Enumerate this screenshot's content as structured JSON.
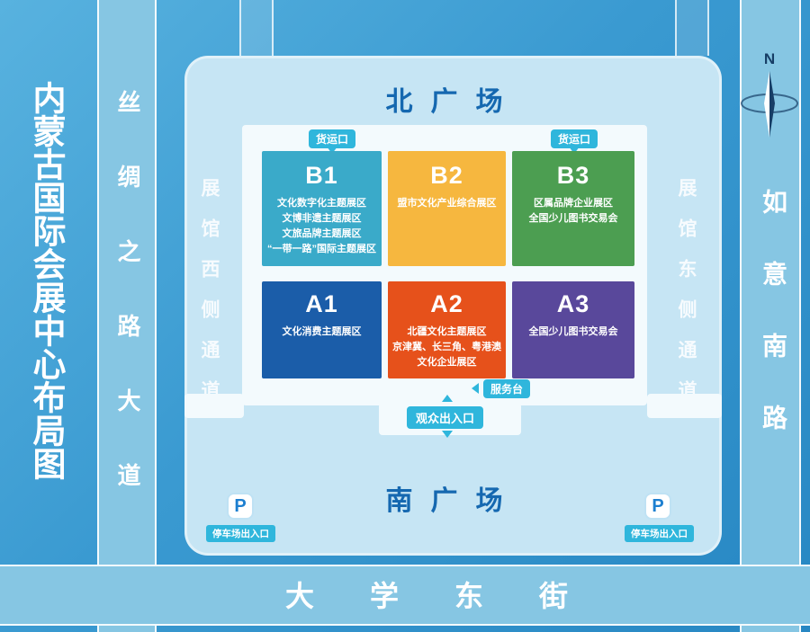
{
  "page_title": "内蒙古国际会展中心布局图",
  "compass": {
    "north_label": "N"
  },
  "roads": {
    "west": "丝绸之路大道",
    "east": "如意南路",
    "south": "大学东街"
  },
  "plazas": {
    "north": "北广场",
    "south": "南广场"
  },
  "passages": {
    "west": "展馆西侧通道",
    "east": "展馆东侧通道"
  },
  "markers": {
    "freight": "货运口",
    "service_desk": "服务台",
    "visitor_gate": "观众出入口",
    "parking_label": "停车场出入口",
    "parking_symbol": "P"
  },
  "halls": [
    {
      "id": "B1",
      "color": "#3AAAC9",
      "lines": [
        "文化数字化主题展区",
        "文博非遗主题展区",
        "文旅品牌主题展区",
        "“一带一路”国际主题展区"
      ]
    },
    {
      "id": "B2",
      "color": "#F6B73F",
      "lines": [
        "盟市文化产业综合展区"
      ]
    },
    {
      "id": "B3",
      "color": "#4C9E51",
      "lines": [
        "区属品牌企业展区",
        "全国少儿图书交易会"
      ]
    },
    {
      "id": "A1",
      "color": "#1B5DA9",
      "lines": [
        "文化消费主题展区"
      ]
    },
    {
      "id": "A2",
      "color": "#E6511B",
      "lines": [
        "北疆文化主题展区",
        "京津冀、长三角、粤港澳",
        "文化企业展区"
      ]
    },
    {
      "id": "A3",
      "color": "#59489B",
      "lines": [
        "全国少儿图书交易会"
      ]
    }
  ],
  "colors": {
    "accent_cyan": "#2FB6DC",
    "plaza_text": "#1568B0",
    "hall_text": "#FFFFFF"
  }
}
